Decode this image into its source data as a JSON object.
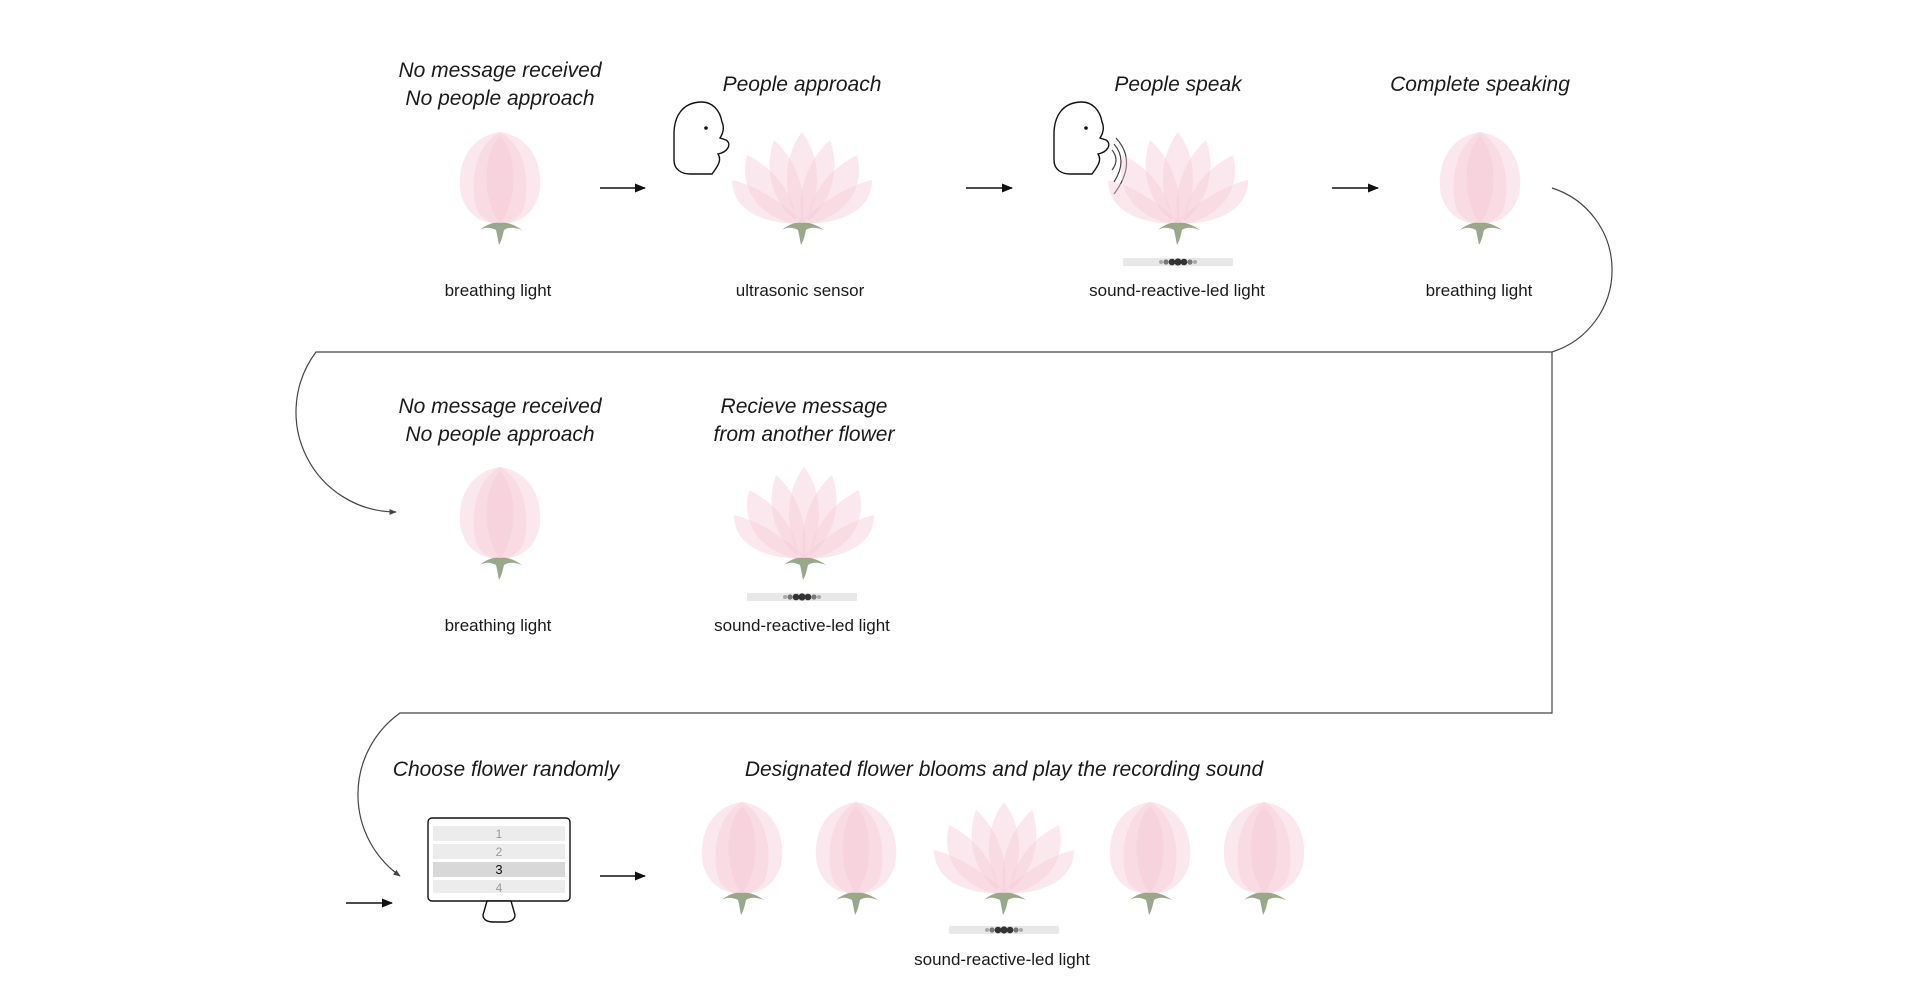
{
  "row1": {
    "stage1": {
      "title_line1": "No message received",
      "title_line2": "No people approach",
      "caption": "breathing light"
    },
    "stage2": {
      "title": "People approach",
      "caption": "ultrasonic sensor"
    },
    "stage3": {
      "title": "People speak",
      "caption": "sound-reactive-led light"
    },
    "stage4": {
      "title": "Complete speaking",
      "caption": "breathing light"
    }
  },
  "row2": {
    "stage1": {
      "title_line1": "No message received",
      "title_line2": "No people approach",
      "caption": "breathing light"
    },
    "stage2": {
      "title_line1": "Recieve message",
      "title_line2": "from another flower",
      "caption": "sound-reactive-led light"
    }
  },
  "row3": {
    "choose": {
      "title": "Choose flower randomly",
      "list": [
        "1",
        "2",
        "3",
        "4"
      ],
      "selected": "3"
    },
    "bloom": {
      "title": "Designated flower blooms and play the recording sound",
      "caption": "sound-reactive-led light"
    }
  },
  "colors": {
    "petal": "#f6c9d6",
    "stem": "#9aa88a",
    "line": "#444444"
  }
}
